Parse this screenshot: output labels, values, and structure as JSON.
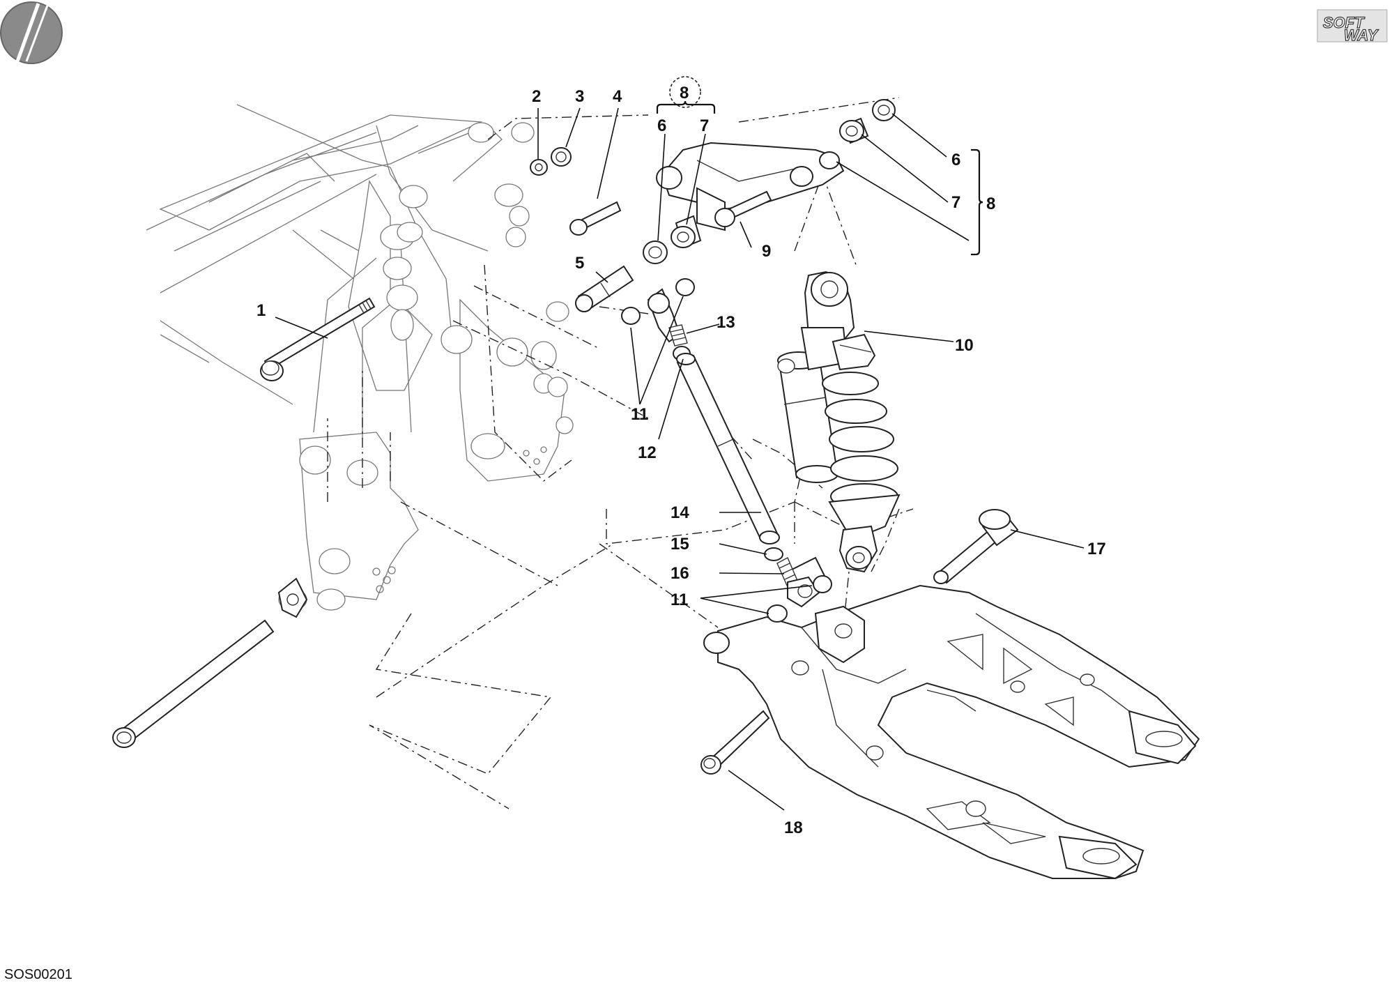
{
  "drawing": {
    "code": "SOS00201",
    "logo": {
      "line1": "SOFT",
      "line2": "WAY"
    }
  },
  "callouts": {
    "c1": "1",
    "c2": "2",
    "c3": "3",
    "c4": "4",
    "c5": "5",
    "c6a": "6",
    "c7a": "7",
    "c8a": "8",
    "c6b": "6",
    "c7b": "7",
    "c8b": "8",
    "c9": "9",
    "c10": "10",
    "c11a": "11",
    "c11b": "11",
    "c12": "12",
    "c13": "13",
    "c14": "14",
    "c15": "15",
    "c16": "16",
    "c17": "17",
    "c18": "18"
  }
}
